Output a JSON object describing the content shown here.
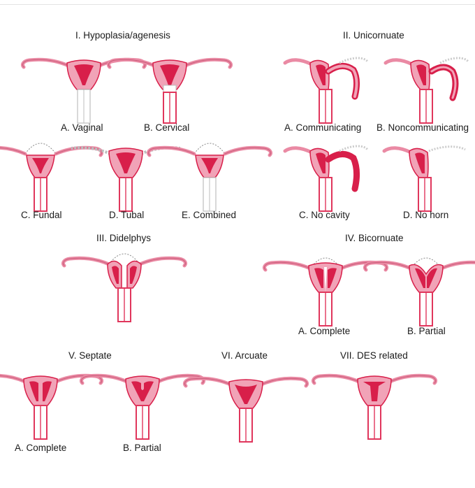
{
  "colors": {
    "tube": "#ea8aa4",
    "uterus": "#d81f4a",
    "cavity": "#e0365c",
    "outline": "#b8b8b8",
    "background": "#ffffff"
  },
  "sections": {
    "s1": {
      "title": "I. Hypoplasia/agenesis",
      "items": [
        "A. Vaginal",
        "B. Cervical",
        "C. Fundal",
        "D. Tubal",
        "E. Combined"
      ]
    },
    "s2": {
      "title": "II. Unicornuate",
      "items": [
        "A. Communicating",
        "B. Noncommunicating",
        "C. No cavity",
        "D. No horn"
      ]
    },
    "s3": {
      "title": "III. Didelphys"
    },
    "s4": {
      "title": "IV. Bicornuate",
      "items": [
        "A. Complete",
        "B. Partial"
      ]
    },
    "s5": {
      "title": "V. Septate",
      "items": [
        "A. Complete",
        "B. Partial"
      ]
    },
    "s6": {
      "title": "VI. Arcuate"
    },
    "s7": {
      "title": "VII. DES related"
    }
  }
}
